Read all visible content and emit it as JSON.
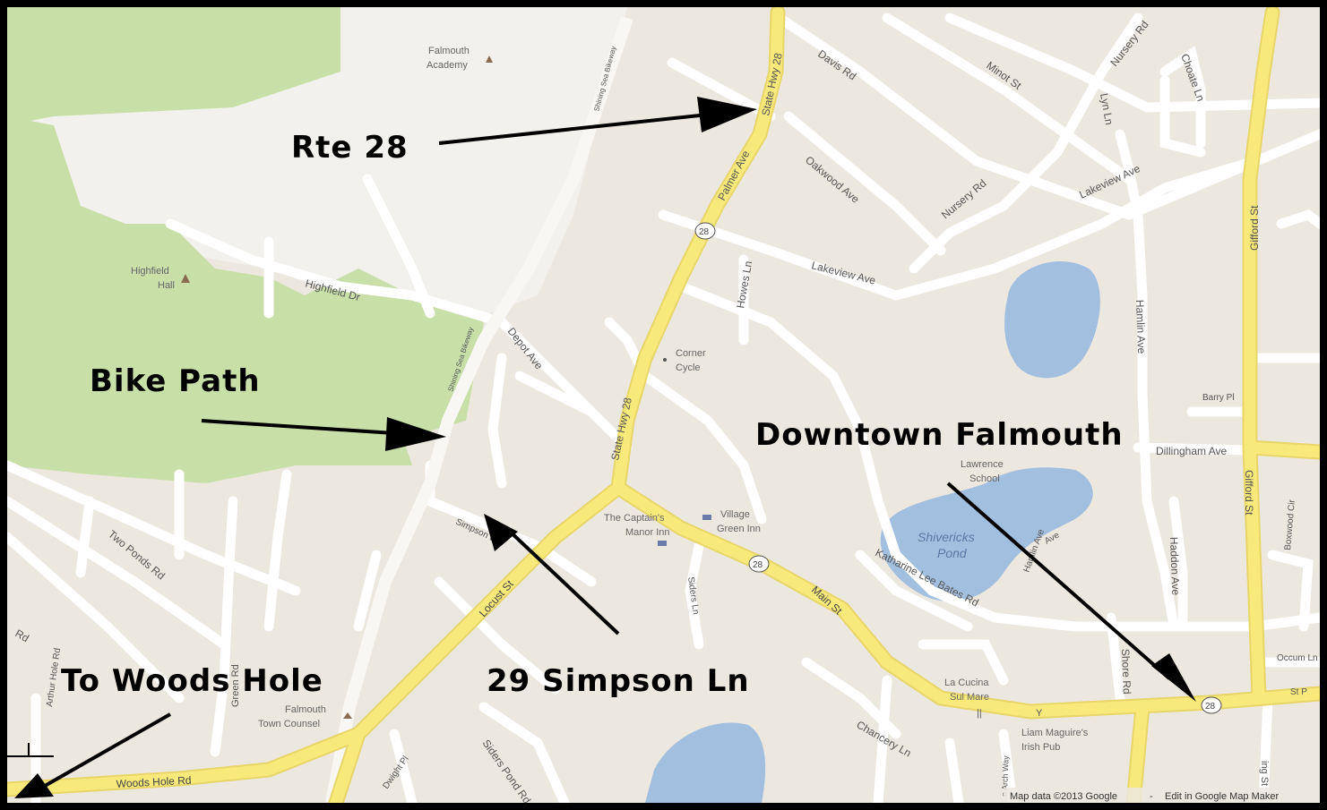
{
  "callouts": {
    "rte28": "Rte 28",
    "bike_path": "Bike Path",
    "downtown": "Downtown Falmouth",
    "simpson": "29 Simpson Ln",
    "woods_hole": "To Woods Hole"
  },
  "streets": {
    "state_hwy_28_n": "State Hwy 28",
    "palmer_ave": "Palmer Ave",
    "state_hwy_28_s": "State Hwy 28",
    "davis_rd": "Davis Rd",
    "minot_st": "Minot St",
    "nursery_rd_top": "Nursery Rd",
    "choate_ln": "Choate Ln",
    "lyn_ln": "Lyn Ln",
    "oakwood_ave": "Oakwood Ave",
    "nursery_rd": "Nursery Rd",
    "lakeview_ave_e": "Lakeview Ave",
    "lakeview_ave": "Lakeview Ave",
    "gifford_st_n": "Gifford St",
    "gifford_st_s": "Gifford St",
    "howes_ln": "Howes Ln",
    "highfield_dr": "Highfield Dr",
    "depot_ave": "Depot Ave",
    "shining_sea_n": "Shining Sea Bikeway",
    "shining_sea_s": "Shining Sea Bikeway",
    "hamlin_ave": "Hamlin Ave",
    "barry_pl": "Barry Pl",
    "dillingham_ave": "Dillingham Ave",
    "simpson_ln": "Simpson Ln",
    "two_ponds_rd": "Two Ponds Rd",
    "locust_st": "Locust St",
    "main_st": "Main St",
    "siders_ln": "Siders Ln",
    "katharine_lee_bates": "Katharine Lee Bates Rd",
    "haddon_ave": "Haddon Ave",
    "boxwood_cir": "Boxwood Cir",
    "occum_ln": "Occum Ln",
    "shore_rd": "Shore Rd",
    "st_p": "St P",
    "chancery_ln": "Chancery Ln",
    "woods_hole_rd": "Woods Hole Rd",
    "siders_pond_rd": "Siders Pond Rd",
    "dwight_pl": "Dwight Pl",
    "greene_rd": "Green Rd",
    "rd_left": "Rd",
    "arthur_hole_rd": "Arthur Hole Rd",
    "ave_small": "Ave",
    "ring_st": "ing St",
    "north_arch_way": "n Arch Way",
    "hamlin_small": "Hamlin Ave"
  },
  "pois": {
    "falmouth_academy_1": "Falmouth",
    "falmouth_academy_2": "Academy",
    "highfield_hall_1": "Highfield",
    "highfield_hall_2": "Hall",
    "corner_cycle_1": "Corner",
    "corner_cycle_2": "Cycle",
    "captains_manor_1": "The Captain's",
    "captains_manor_2": "Manor Inn",
    "village_green_1": "Village",
    "village_green_2": "Green Inn",
    "lawrence_school_1": "Lawrence",
    "lawrence_school_2": "School",
    "la_cucina_1": "La Cucina",
    "la_cucina_2": "Sul Mare",
    "liam_maguires_1": "Liam Maguire's",
    "liam_maguires_2": "Irish Pub",
    "town_counsel_1": "Falmouth",
    "town_counsel_2": "Town Counsel"
  },
  "water": {
    "shivericks_1": "Shivericks",
    "shivericks_2": "Pond"
  },
  "shields": [
    "28",
    "28",
    "28"
  ],
  "attribution": {
    "map_data": "Map data ©2013 Google",
    "dash": "-",
    "edit": "Edit in Google Map Maker"
  },
  "colors": {
    "land": "#ece7df",
    "park": "#c8dfa8",
    "campus": "#f3f1ed",
    "major_road": "#f7e97a",
    "minor_road": "#ffffff",
    "water": "#a3bfdf"
  }
}
